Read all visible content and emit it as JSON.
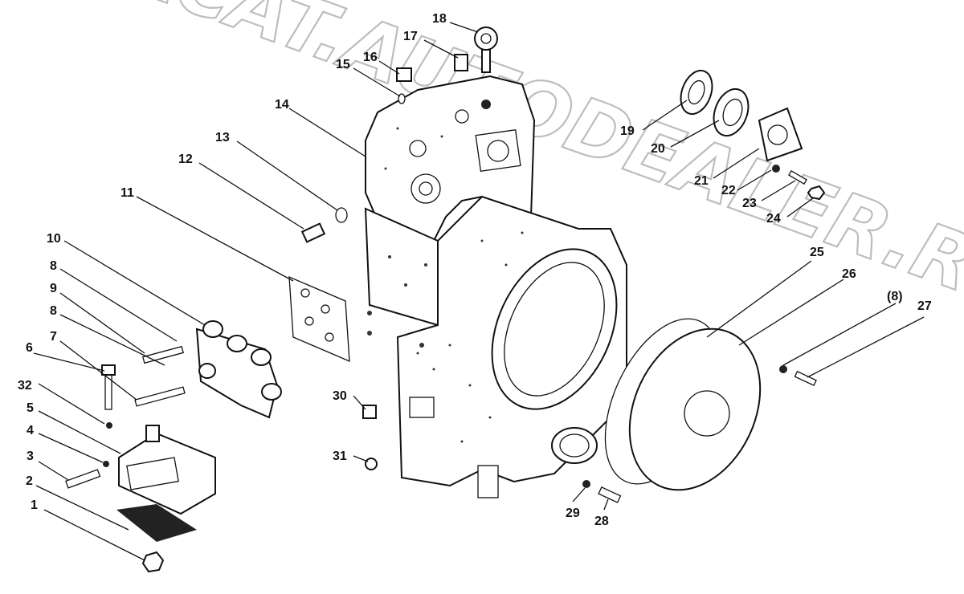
{
  "watermark": "ACAT.AUTODEALER.RU",
  "callouts": [
    "1",
    "2",
    "3",
    "4",
    "5",
    "6",
    "7",
    "8",
    "9",
    "8",
    "10",
    "11",
    "12",
    "13",
    "14",
    "15",
    "16",
    "17",
    "18",
    "19",
    "20",
    "21",
    "22",
    "23",
    "24",
    "25",
    "26",
    "(8)",
    "27",
    "28",
    "29",
    "30",
    "31",
    "32"
  ]
}
